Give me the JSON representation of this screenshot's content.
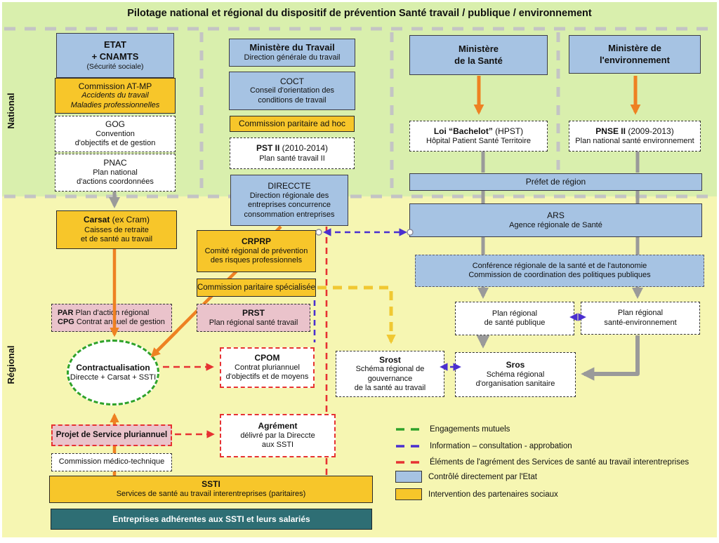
{
  "title": "Pilotage  national et régional  du dispositif de prévention Santé travail / publique / environnement",
  "zones": {
    "national_label": "National",
    "regional_label": "Régional"
  },
  "nodes": {
    "etat": {
      "l1": "ETAT",
      "l2": "+ CNAMTS",
      "l3": "(Sécurité sociale)"
    },
    "commission_atmp": {
      "l1": "Commission AT-MP",
      "l2": "Accidents du travail",
      "l3": "Maladies professionnelles"
    },
    "gog": {
      "l1": "GOG",
      "l2": "Convention",
      "l3": "d'objectifs et de gestion"
    },
    "pnac": {
      "l1": "PNAC",
      "l2": "Plan national",
      "l3": "d'actions coordonnées"
    },
    "min_travail": {
      "l1": "Ministère du Travail",
      "l2": "Direction générale du travail"
    },
    "coct": {
      "l1": "COCT",
      "l2": "Conseil d'orientation des",
      "l3": "conditions de travail"
    },
    "cp_adhoc": {
      "l1": "Commission paritaire ad hoc"
    },
    "pst2": {
      "l1": "PST II",
      "l1b": " (2010-2014)",
      "l2": "Plan santé travail II"
    },
    "direccte": {
      "l1": "DIRECCTE",
      "l2": "Direction régionale des",
      "l3": "entreprises concurrence",
      "l4": "consommation entreprises"
    },
    "min_sante": {
      "l1": "Ministère",
      "l2": "de la Santé"
    },
    "loi_bachelot": {
      "l1": "Loi “Bachelot”",
      "l1b": " (HPST)",
      "l2": "Hôpital Patient Santé Territoire"
    },
    "min_env": {
      "l1": "Ministère de",
      "l2": "l'environnement"
    },
    "pnse2": {
      "l1": "PNSE II",
      "l1b": " (2009-2013)",
      "l2": "Plan national santé environnement"
    },
    "prefet": {
      "l1": "Préfet de région"
    },
    "ars": {
      "l1": "ARS",
      "l2": "Agence régionale de Santé"
    },
    "conference": {
      "l1": "Conférence régionale de la santé et de l'autonomie",
      "l2": "Commission de coordination des politiques publiques"
    },
    "prsp": {
      "l1": "Plan régional",
      "l2": "de santé publique"
    },
    "prse": {
      "l1": "Plan régional",
      "l2": "santé-environnement"
    },
    "srost": {
      "l1": "Srost",
      "l2": "Schéma régional de",
      "l3": "gouvernance",
      "l4": "de la santé au travail"
    },
    "sros": {
      "l1": "Sros",
      "l2": "Schéma régional",
      "l3": "d'organisation sanitaire"
    },
    "carsat": {
      "l1": "Carsat",
      "l1b": " (ex Cram)",
      "l2": "Caisses de retraite",
      "l3": "et de santé au travail"
    },
    "crprp": {
      "l1": "CRPRP",
      "l2": "Comité régional de prévention",
      "l3": "des risques professionnels"
    },
    "cps": {
      "l1": "Commission paritaire spécialisée"
    },
    "par_cpg": {
      "l1": "PAR",
      "l1b": " Plan d'action régional",
      "l2": "CPG",
      "l2b": " Contrat annuel de gestion"
    },
    "prst": {
      "l1": "PRST",
      "l2": "Plan régional santé travail"
    },
    "contractualisation": {
      "l1": "Contractualisation",
      "l2": "Direccte + Carsat + SSTI"
    },
    "cpom": {
      "l1": "CPOM",
      "l2": "Contrat pluriannuel",
      "l3": "d'objectifs et de moyens"
    },
    "projet_service": {
      "l1": "Projet de Service pluriannuel"
    },
    "cmt": {
      "l1": "Commission médico-technique"
    },
    "agrement": {
      "l1": "Agrément",
      "l2": "délivré par la Direccte",
      "l3": "aux SSTI"
    },
    "ssti": {
      "l1": "SSTI",
      "l2": "Services de santé au travail interentreprises (paritaires)"
    },
    "entreprises": {
      "l1": "Entreprises adhérentes aux SSTI et leurs salariés"
    }
  },
  "legend": {
    "engagements": "Engagements mutuels",
    "information": "Information – consultation - approbation",
    "elements": "Éléments de l'agrément des Services de santé au travail interentreprises",
    "controle": "Contrôlé directement par l'Etat",
    "intervention": "Intervention des partenaires sociaux"
  },
  "colors": {
    "state_blue": "#a6c3e3",
    "social_yellow": "#f7c62a",
    "pink": "#eac3cb",
    "teal": "#2e6e74",
    "orange_arrow": "#ee8122",
    "gray_arrow": "#9a9a9a",
    "green_dash": "#2ea22a",
    "blue_dash": "#4a2fcf",
    "red_dash": "#e63232",
    "yellow_dash": "#f0c832",
    "zone_border": "#c4c4c4",
    "national_bg": "#d9efad",
    "regional_bg": "#f6f6b2"
  }
}
